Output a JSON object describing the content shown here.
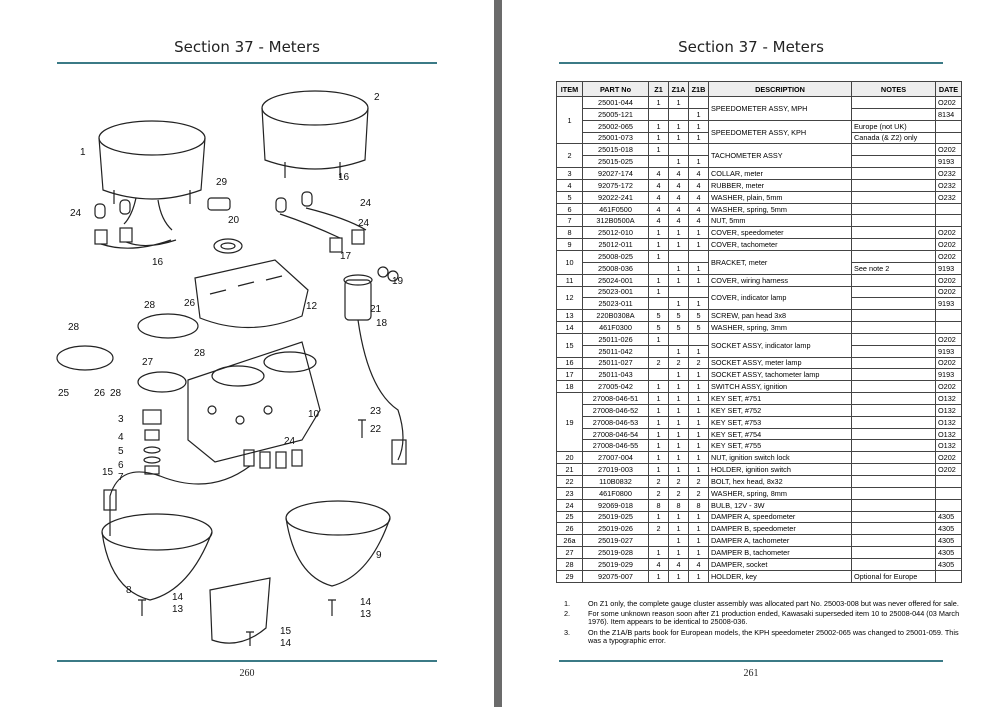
{
  "left": {
    "title": "Section 37 - Meters",
    "page_number": "260",
    "callouts": [
      "1",
      "2",
      "29",
      "20",
      "16",
      "24",
      "24",
      "24",
      "16",
      "17",
      "12",
      "21",
      "18",
      "19",
      "28",
      "26",
      "28",
      "28",
      "27",
      "25",
      "26",
      "28",
      "3",
      "4",
      "5",
      "6",
      "7",
      "10",
      "23",
      "22",
      "24",
      "15",
      "8",
      "14",
      "13",
      "9",
      "14",
      "13",
      "15",
      "14"
    ]
  },
  "right": {
    "title": "Section 37 - Meters",
    "page_number": "261",
    "headers": [
      "ITEM",
      "PART No",
      "Z1",
      "Z1A",
      "Z1B",
      "DESCRIPTION",
      "NOTES",
      "DATE"
    ],
    "rows": [
      {
        "item": "1",
        "part": "25001-044",
        "z1": "1",
        "z1a": "1",
        "z1b": "",
        "desc": "SPEEDOMETER ASSY, MPH",
        "notes": "",
        "date": "O202"
      },
      {
        "item": "",
        "part": "25005-121",
        "z1": "",
        "z1a": "",
        "z1b": "1",
        "desc": "",
        "notes": "",
        "date": "8134"
      },
      {
        "item": "",
        "part": "25002-065",
        "z1": "1",
        "z1a": "1",
        "z1b": "1",
        "desc": "SPEEDOMETER ASSY, KPH",
        "notes": "Europe (not UK)",
        "date": ""
      },
      {
        "item": "",
        "part": "25001-073",
        "z1": "1",
        "z1a": "1",
        "z1b": "1",
        "desc": "",
        "notes": "Canada (& Z2) only",
        "date": ""
      },
      {
        "item": "2",
        "part": "25015-018",
        "z1": "1",
        "z1a": "",
        "z1b": "",
        "desc": "TACHOMETER ASSY",
        "notes": "",
        "date": "O202"
      },
      {
        "item": "",
        "part": "25015-025",
        "z1": "",
        "z1a": "1",
        "z1b": "1",
        "desc": "",
        "notes": "",
        "date": "9193"
      },
      {
        "item": "3",
        "part": "92027-174",
        "z1": "4",
        "z1a": "4",
        "z1b": "4",
        "desc": "COLLAR, meter",
        "notes": "",
        "date": "O232"
      },
      {
        "item": "4",
        "part": "92075-172",
        "z1": "4",
        "z1a": "4",
        "z1b": "4",
        "desc": "RUBBER, meter",
        "notes": "",
        "date": "O232"
      },
      {
        "item": "5",
        "part": "92022-241",
        "z1": "4",
        "z1a": "4",
        "z1b": "4",
        "desc": "WASHER, plain, 5mm",
        "notes": "",
        "date": "O232"
      },
      {
        "item": "6",
        "part": "461F0500",
        "z1": "4",
        "z1a": "4",
        "z1b": "4",
        "desc": "WASHER, spring, 5mm",
        "notes": "",
        "date": ""
      },
      {
        "item": "7",
        "part": "312B0500A",
        "z1": "4",
        "z1a": "4",
        "z1b": "4",
        "desc": "NUT, 5mm",
        "notes": "",
        "date": ""
      },
      {
        "item": "8",
        "part": "25012-010",
        "z1": "1",
        "z1a": "1",
        "z1b": "1",
        "desc": "COVER, speedometer",
        "notes": "",
        "date": "O202"
      },
      {
        "item": "9",
        "part": "25012-011",
        "z1": "1",
        "z1a": "1",
        "z1b": "1",
        "desc": "COVER, tachometer",
        "notes": "",
        "date": "O202"
      },
      {
        "item": "10",
        "part": "25008-025",
        "z1": "1",
        "z1a": "",
        "z1b": "",
        "desc": "BRACKET, meter",
        "notes": "",
        "date": "O202"
      },
      {
        "item": "",
        "part": "25008-036",
        "z1": "",
        "z1a": "1",
        "z1b": "1",
        "desc": "",
        "notes": "See note 2",
        "date": "9193"
      },
      {
        "item": "11",
        "part": "25024-001",
        "z1": "1",
        "z1a": "1",
        "z1b": "1",
        "desc": "COVER, wiring harness",
        "notes": "",
        "date": "O202"
      },
      {
        "item": "12",
        "part": "25023-001",
        "z1": "1",
        "z1a": "",
        "z1b": "",
        "desc": "COVER, indicator lamp",
        "notes": "",
        "date": "O202"
      },
      {
        "item": "",
        "part": "25023-011",
        "z1": "",
        "z1a": "1",
        "z1b": "1",
        "desc": "",
        "notes": "",
        "date": "9193"
      },
      {
        "item": "13",
        "part": "220B0308A",
        "z1": "5",
        "z1a": "5",
        "z1b": "5",
        "desc": "SCREW, pan head 3x8",
        "notes": "",
        "date": ""
      },
      {
        "item": "14",
        "part": "461F0300",
        "z1": "5",
        "z1a": "5",
        "z1b": "5",
        "desc": "WASHER, spring, 3mm",
        "notes": "",
        "date": ""
      },
      {
        "item": "15",
        "part": "25011-026",
        "z1": "1",
        "z1a": "",
        "z1b": "",
        "desc": "SOCKET ASSY, indicator lamp",
        "notes": "",
        "date": "O202"
      },
      {
        "item": "",
        "part": "25011-042",
        "z1": "",
        "z1a": "1",
        "z1b": "1",
        "desc": "",
        "notes": "",
        "date": "9193"
      },
      {
        "item": "16",
        "part": "25011-027",
        "z1": "2",
        "z1a": "2",
        "z1b": "2",
        "desc": "SOCKET ASSY, meter lamp",
        "notes": "",
        "date": "O202"
      },
      {
        "item": "17",
        "part": "25011-043",
        "z1": "",
        "z1a": "1",
        "z1b": "1",
        "desc": "SOCKET ASSY, tachometer lamp",
        "notes": "",
        "date": "9193"
      },
      {
        "item": "18",
        "part": "27005-042",
        "z1": "1",
        "z1a": "1",
        "z1b": "1",
        "desc": "SWITCH ASSY, ignition",
        "notes": "",
        "date": "O202"
      },
      {
        "item": "19",
        "part": "27008-046-51",
        "z1": "1",
        "z1a": "1",
        "z1b": "1",
        "desc": "KEY SET,  #751",
        "notes": "",
        "date": "O132"
      },
      {
        "item": "",
        "part": "27008-046-52",
        "z1": "1",
        "z1a": "1",
        "z1b": "1",
        "desc": "KEY SET,  #752",
        "notes": "",
        "date": "O132"
      },
      {
        "item": "",
        "part": "27008-046-53",
        "z1": "1",
        "z1a": "1",
        "z1b": "1",
        "desc": "KEY SET,  #753",
        "notes": "",
        "date": "O132"
      },
      {
        "item": "",
        "part": "27008-046-54",
        "z1": "1",
        "z1a": "1",
        "z1b": "1",
        "desc": "KEY SET,  #754",
        "notes": "",
        "date": "O132"
      },
      {
        "item": "",
        "part": "27008-046-55",
        "z1": "1",
        "z1a": "1",
        "z1b": "1",
        "desc": "KEY SET,  #755",
        "notes": "",
        "date": "O132"
      },
      {
        "item": "20",
        "part": "27007-004",
        "z1": "1",
        "z1a": "1",
        "z1b": "1",
        "desc": "NUT, ignition switch lock",
        "notes": "",
        "date": "O202"
      },
      {
        "item": "21",
        "part": "27019-003",
        "z1": "1",
        "z1a": "1",
        "z1b": "1",
        "desc": "HOLDER, ignition switch",
        "notes": "",
        "date": "O202"
      },
      {
        "item": "22",
        "part": "110B0832",
        "z1": "2",
        "z1a": "2",
        "z1b": "2",
        "desc": "BOLT, hex head, 8x32",
        "notes": "",
        "date": ""
      },
      {
        "item": "23",
        "part": "461F0800",
        "z1": "2",
        "z1a": "2",
        "z1b": "2",
        "desc": "WASHER, spring, 8mm",
        "notes": "",
        "date": ""
      },
      {
        "item": "24",
        "part": "92069-018",
        "z1": "8",
        "z1a": "8",
        "z1b": "8",
        "desc": "BULB, 12V - 3W",
        "notes": "",
        "date": ""
      },
      {
        "item": "25",
        "part": "25019-025",
        "z1": "1",
        "z1a": "1",
        "z1b": "1",
        "desc": "DAMPER A, speedometer",
        "notes": "",
        "date": "4305"
      },
      {
        "item": "26",
        "part": "25019-026",
        "z1": "2",
        "z1a": "1",
        "z1b": "1",
        "desc": "DAMPER B, speedometer",
        "notes": "",
        "date": "4305"
      },
      {
        "item": "26a",
        "part": "25019-027",
        "z1": "",
        "z1a": "1",
        "z1b": "1",
        "desc": "DAMPER A, tachometer",
        "notes": "",
        "date": "4305"
      },
      {
        "item": "27",
        "part": "25019-028",
        "z1": "1",
        "z1a": "1",
        "z1b": "1",
        "desc": "DAMPER B, tachometer",
        "notes": "",
        "date": "4305"
      },
      {
        "item": "28",
        "part": "25019-029",
        "z1": "4",
        "z1a": "4",
        "z1b": "4",
        "desc": "DAMPER, socket",
        "notes": "",
        "date": "4305"
      },
      {
        "item": "29",
        "part": "92075-007",
        "z1": "1",
        "z1a": "1",
        "z1b": "1",
        "desc": "HOLDER, key",
        "notes": "Optional for Europe",
        "date": ""
      }
    ],
    "notes": [
      {
        "num": "1.",
        "text": "On Z1 only, the complete gauge cluster assembly was allocated part No. 25003-008 but was never offered for sale."
      },
      {
        "num": "2.",
        "text": "For some unknown reason soon after Z1 production ended, Kawasaki superseded item 10 to 25008-044 (03 March 1976). Item appears to be identical to 25008-036."
      },
      {
        "num": "3.",
        "text": "On the Z1A/B parts book for European models, the KPH speedometer 25002-065 was changed to 25001-059. This was a typographic error."
      }
    ]
  }
}
